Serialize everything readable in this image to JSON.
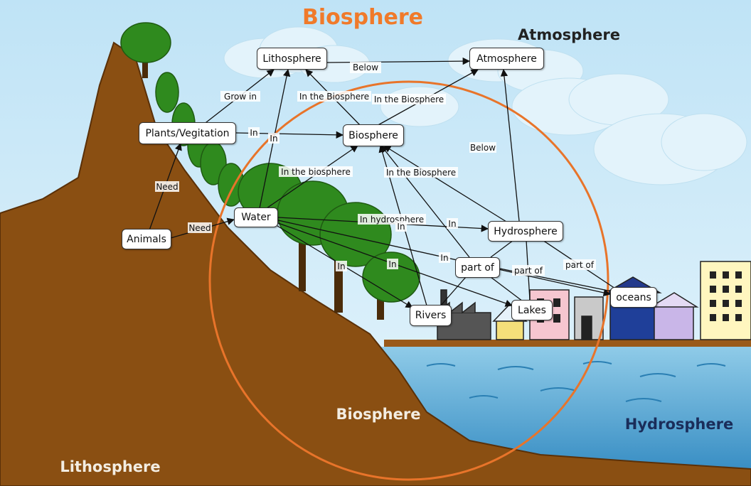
{
  "background": {
    "title": "Biosphere",
    "atmosphere_label": "Atmosphere",
    "biosphere_label": "Biosphere",
    "hydrosphere_label": "Hydrosphere",
    "lithosphere_label": "Lithosphere"
  },
  "colors": {
    "sky": "#cfe9f7",
    "soil": "#8a4f12",
    "water": "#3e97c8",
    "circle": "#e8742a",
    "title": "#f07a2a"
  },
  "nodes": {
    "lithosphere": "Lithosphere",
    "atmosphere": "Atmosphere",
    "plants": "Plants/Vegitation",
    "biosphere": "Biosphere",
    "animals": "Animals",
    "water": "Water",
    "hydrosphere": "Hydrosphere",
    "partof": "part of",
    "oceans": "oceans",
    "lakes": "Lakes",
    "rivers": "Rivers"
  },
  "edge_labels": {
    "below_top": "Below",
    "grow_in": "Grow in",
    "in_bio_1": "In the Biosphere",
    "in_bio_2": "In the Biosphere",
    "in_plants": "In",
    "in_water_litho": "In",
    "need_1": "Need",
    "need_2": "Need",
    "in_biosphere_lower": "In the biosphere",
    "in_bio_3": "In the Biosphere",
    "below_hydro": "Below",
    "in_hydrosphere": "In hydrosphere",
    "in_hydro_arrow": "In",
    "in_rivers": "In",
    "in_1": "In",
    "in_2": "In",
    "in_3": "In",
    "partof_1": "part of",
    "partof_2": "part of"
  }
}
